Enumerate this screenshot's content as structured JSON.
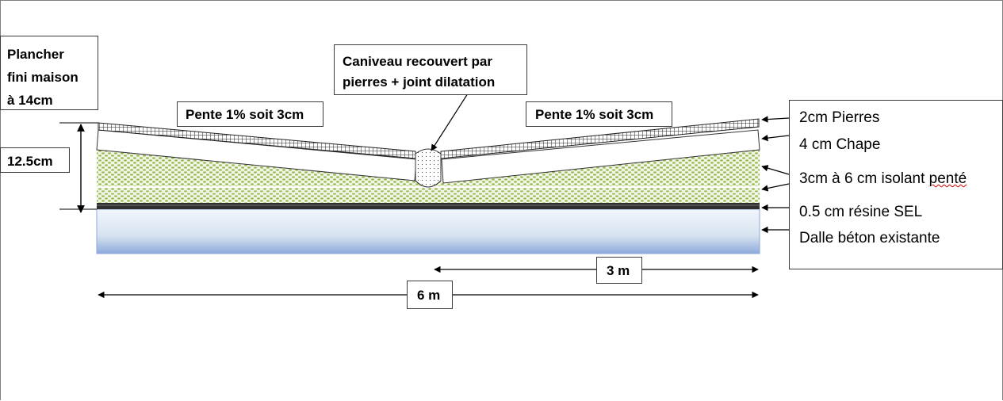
{
  "labels": {
    "plancher": [
      "Plancher",
      "fini maison",
      "à 14cm"
    ],
    "caniveau": [
      "Caniveau recouvert par",
      "pierres  + joint dilatation"
    ],
    "height": "12.5cm",
    "pente_left": "Pente 1% soit 3cm",
    "pente_right": "Pente 1% soit 3cm",
    "dim_3m": "3 m",
    "dim_6m": "6 m"
  },
  "legend": {
    "pierres": "2cm Pierres",
    "chape": "4 cm Chape",
    "isolant_prefix": "3cm à 6 cm isolant ",
    "isolant_suffix": "penté",
    "resine": "0.5 cm résine SEL",
    "dalle": "Dalle béton existante"
  },
  "colors": {
    "insulation_green": "#9bbb59",
    "concrete_top": "#dbe5f1",
    "concrete_bottom": "#8eaadb",
    "resin": "#2f2f2f"
  }
}
